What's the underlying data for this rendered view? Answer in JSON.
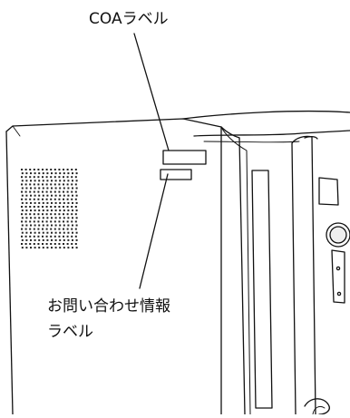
{
  "callouts": {
    "coa_label": "COAラベル",
    "contact_label_line1": "お問い合わせ情報",
    "contact_label_line2": "ラベル"
  },
  "colors": {
    "line": "#111111",
    "background": "#ffffff"
  }
}
